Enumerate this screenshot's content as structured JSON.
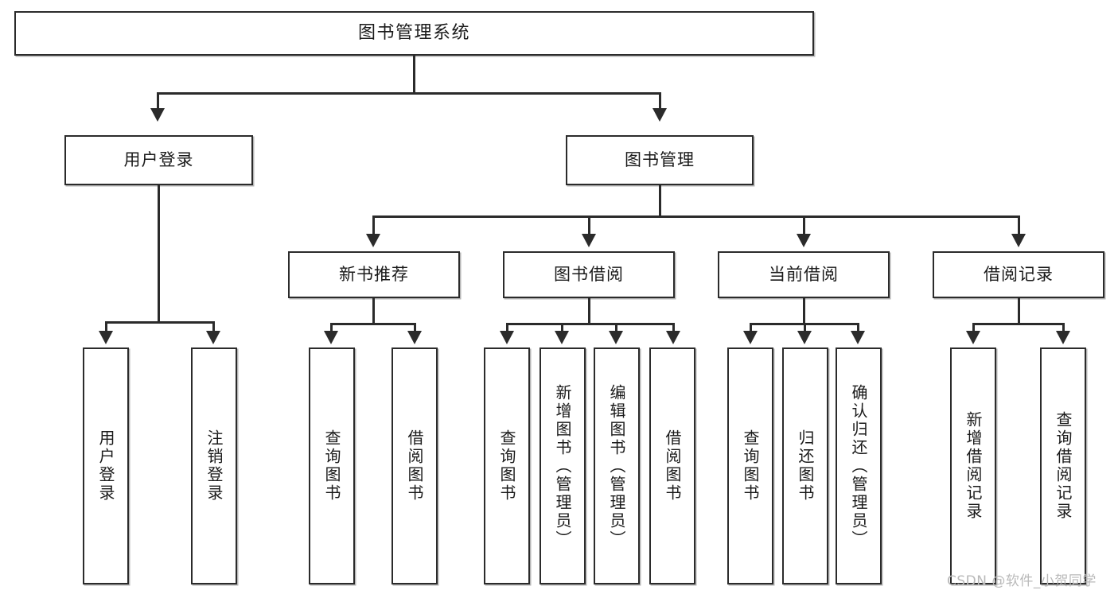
{
  "diagram": {
    "type": "tree",
    "title": "图书管理系统",
    "root": {
      "label": "图书管理系统"
    },
    "level2": [
      {
        "label": "用户登录"
      },
      {
        "label": "图书管理"
      }
    ],
    "level3": [
      {
        "label": "新书推荐"
      },
      {
        "label": "图书借阅"
      },
      {
        "label": "当前借阅"
      },
      {
        "label": "借阅记录"
      }
    ],
    "leaves": {
      "user_login": [
        {
          "label": "用户登录"
        },
        {
          "label": "注销登录"
        }
      ],
      "new_book_recommend": [
        {
          "label": "查询图书"
        },
        {
          "label": "借阅图书"
        }
      ],
      "book_borrow": [
        {
          "label": "查询图书"
        },
        {
          "label": "新增图书（管理员）"
        },
        {
          "label": "编辑图书（管理员）"
        },
        {
          "label": "借阅图书"
        }
      ],
      "current_borrow": [
        {
          "label": "查询图书"
        },
        {
          "label": "归还图书"
        },
        {
          "label": "确认归还（管理员）"
        }
      ],
      "borrow_records": [
        {
          "label": "新增借阅记录"
        },
        {
          "label": "查询借阅记录"
        }
      ]
    }
  },
  "watermark": {
    "text": "CSDN @软件_小贺同学"
  },
  "colors": {
    "stroke": "#2b2b2b",
    "background": "#ffffff",
    "text": "#1a1a1a",
    "watermark": "#b9b9b9"
  }
}
